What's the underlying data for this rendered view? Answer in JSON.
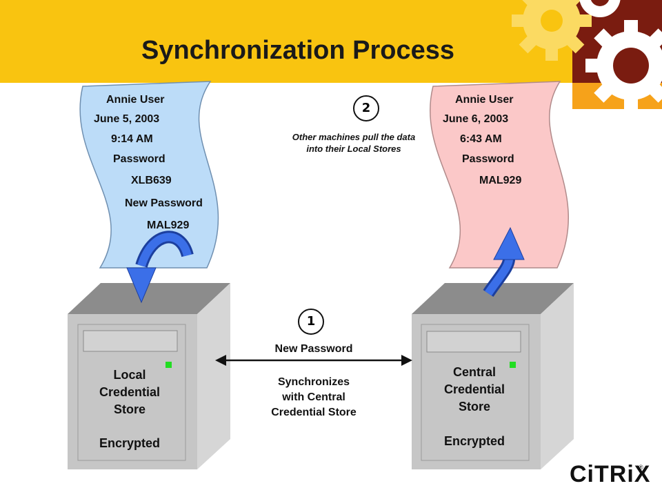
{
  "title": "Synchronization Process",
  "left_document": {
    "lines": [
      "Annie User",
      "June 5, 2003",
      "9:14 AM",
      "Password",
      "XLB639",
      "New Password",
      "MAL929"
    ]
  },
  "right_document": {
    "lines": [
      "Annie User",
      "June 6, 2003",
      "6:43 AM",
      "Password",
      "MAL929"
    ]
  },
  "left_server": {
    "lines": [
      "Local",
      "Credential",
      "Store"
    ],
    "status": "Encrypted"
  },
  "right_server": {
    "lines": [
      "Central",
      "Credential",
      "Store"
    ],
    "status": "Encrypted"
  },
  "step1": {
    "number": "1",
    "heading": "New Password",
    "lines": [
      "Synchronizes",
      "with Central",
      "Credential Store"
    ]
  },
  "step2": {
    "number": "2",
    "lines": [
      "Other machines pull the data",
      "into their Local Stores"
    ]
  },
  "logo": {
    "text": "CiTRiX",
    "reg": "®"
  },
  "colors": {
    "banner": "#f9c410",
    "left_document": "#bcdcf8",
    "right_document": "#fbc8c8",
    "server_front": "#c6c6c6",
    "server_top": "#8c8c8c",
    "arrow_blue": "#3b6fe8",
    "led_green": "#22dd22"
  }
}
